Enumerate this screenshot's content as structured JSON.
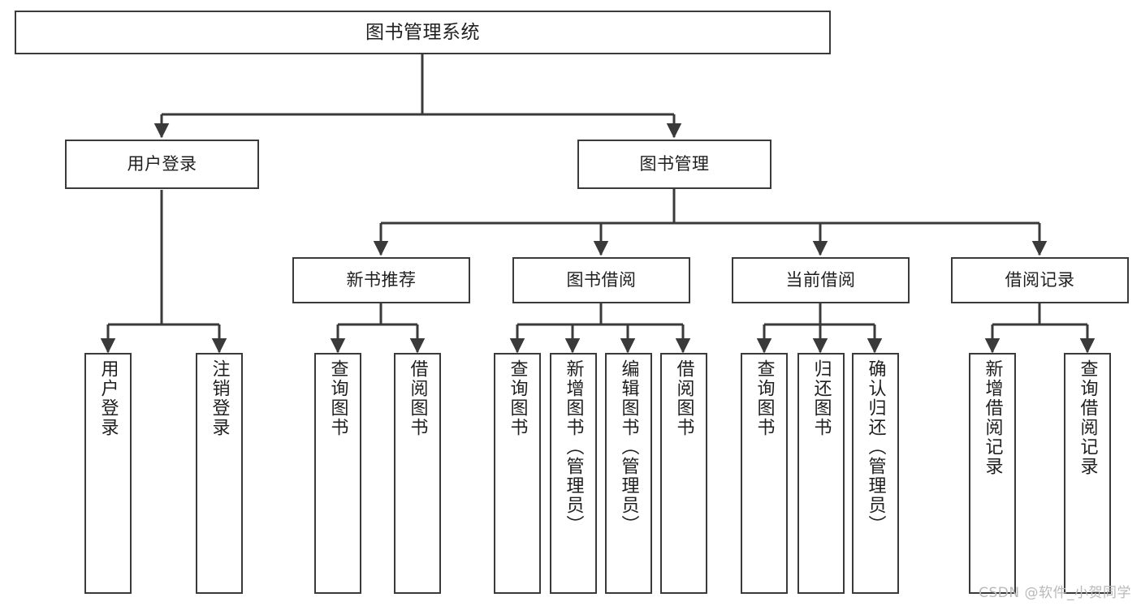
{
  "diagram": {
    "type": "tree-hierarchy-chart",
    "title": "图书管理系统",
    "watermark": "CSDN @软件_小贺同学",
    "colors": {
      "background": "#ffffff",
      "node_border": "#3a3a3a",
      "node_fill": "#ffffff",
      "edge": "#3a3a3a",
      "text": "#1f1f1f",
      "watermark": "#b9b9b9"
    },
    "nodes": {
      "root": {
        "label": "图书管理系统"
      },
      "level2": [
        {
          "id": "user-login",
          "label": "用户登录"
        },
        {
          "id": "book-manage",
          "label": "图书管理"
        }
      ],
      "level3": [
        {
          "id": "new-book-recommend",
          "label": "新书推荐"
        },
        {
          "id": "book-borrow",
          "label": "图书借阅"
        },
        {
          "id": "current-borrow",
          "label": "当前借阅"
        },
        {
          "id": "borrow-record",
          "label": "借阅记录"
        }
      ],
      "leaves": {
        "user_login": [
          {
            "id": "leaf-user-login",
            "label": "用户登录"
          },
          {
            "id": "leaf-user-logout",
            "label": "注销登录"
          }
        ],
        "new_book_recommend": [
          {
            "id": "leaf-query-book-1",
            "label": "查询图书"
          },
          {
            "id": "leaf-borrow-book-1",
            "label": "借阅图书"
          }
        ],
        "book_borrow": [
          {
            "id": "leaf-query-book-2",
            "label": "查询图书"
          },
          {
            "id": "leaf-add-book",
            "label": "新增图书（管理员）"
          },
          {
            "id": "leaf-edit-book",
            "label": "编辑图书（管理员）"
          },
          {
            "id": "leaf-borrow-book-2",
            "label": "借阅图书"
          }
        ],
        "current_borrow": [
          {
            "id": "leaf-query-book-3",
            "label": "查询图书"
          },
          {
            "id": "leaf-return-book",
            "label": "归还图书"
          },
          {
            "id": "leaf-confirm-return",
            "label": "确认归还（管理员）"
          }
        ],
        "borrow_record": [
          {
            "id": "leaf-add-record",
            "label": "新增借阅记录"
          },
          {
            "id": "leaf-query-record",
            "label": "查询借阅记录"
          }
        ]
      }
    }
  }
}
